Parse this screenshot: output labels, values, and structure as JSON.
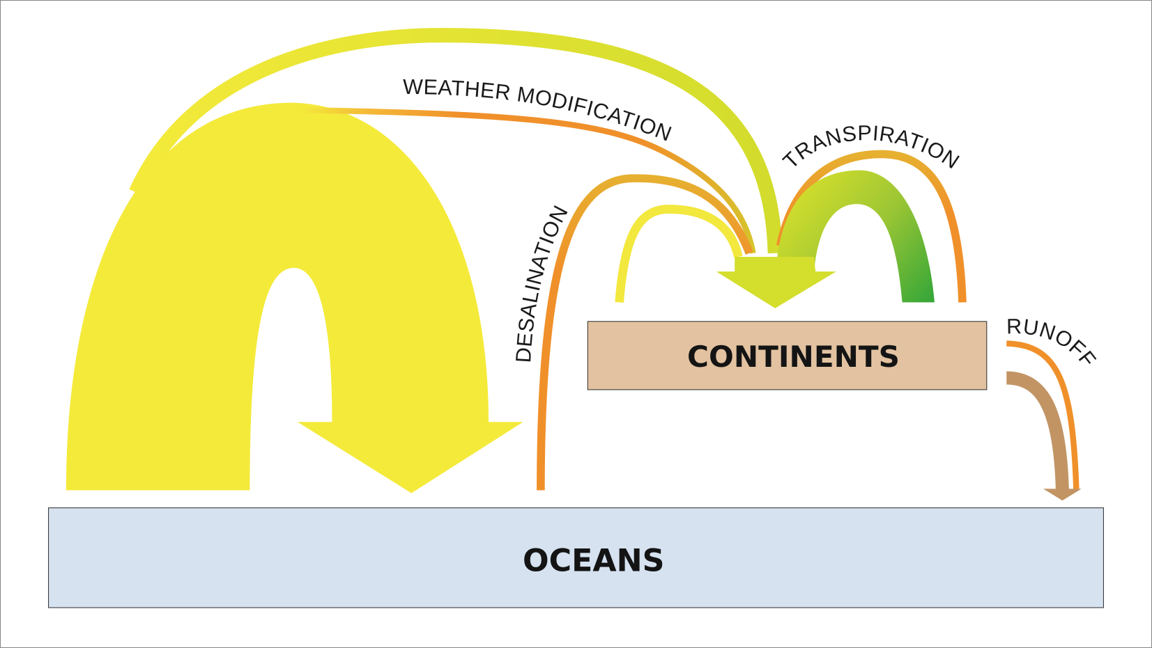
{
  "title": "Water cycle flows between oceans and continents",
  "reservoirs": {
    "oceans": "OCEANS",
    "continents": "CONTINENTS"
  },
  "flows": {
    "weather_modification": "WEATHER MODIFICATION",
    "transpiration": "TRANSPIRATION",
    "desalination": "DESALINATION",
    "runoff": "RUNOFF"
  },
  "colors": {
    "evaporation_yellow": "#f4ea3a",
    "human_orange": "#f0902a",
    "transpiration_green": "#3aa838",
    "runoff_brown": "#c29464",
    "continents_fill": "#e2c2a0",
    "oceans_fill": "#d6e2f0"
  }
}
